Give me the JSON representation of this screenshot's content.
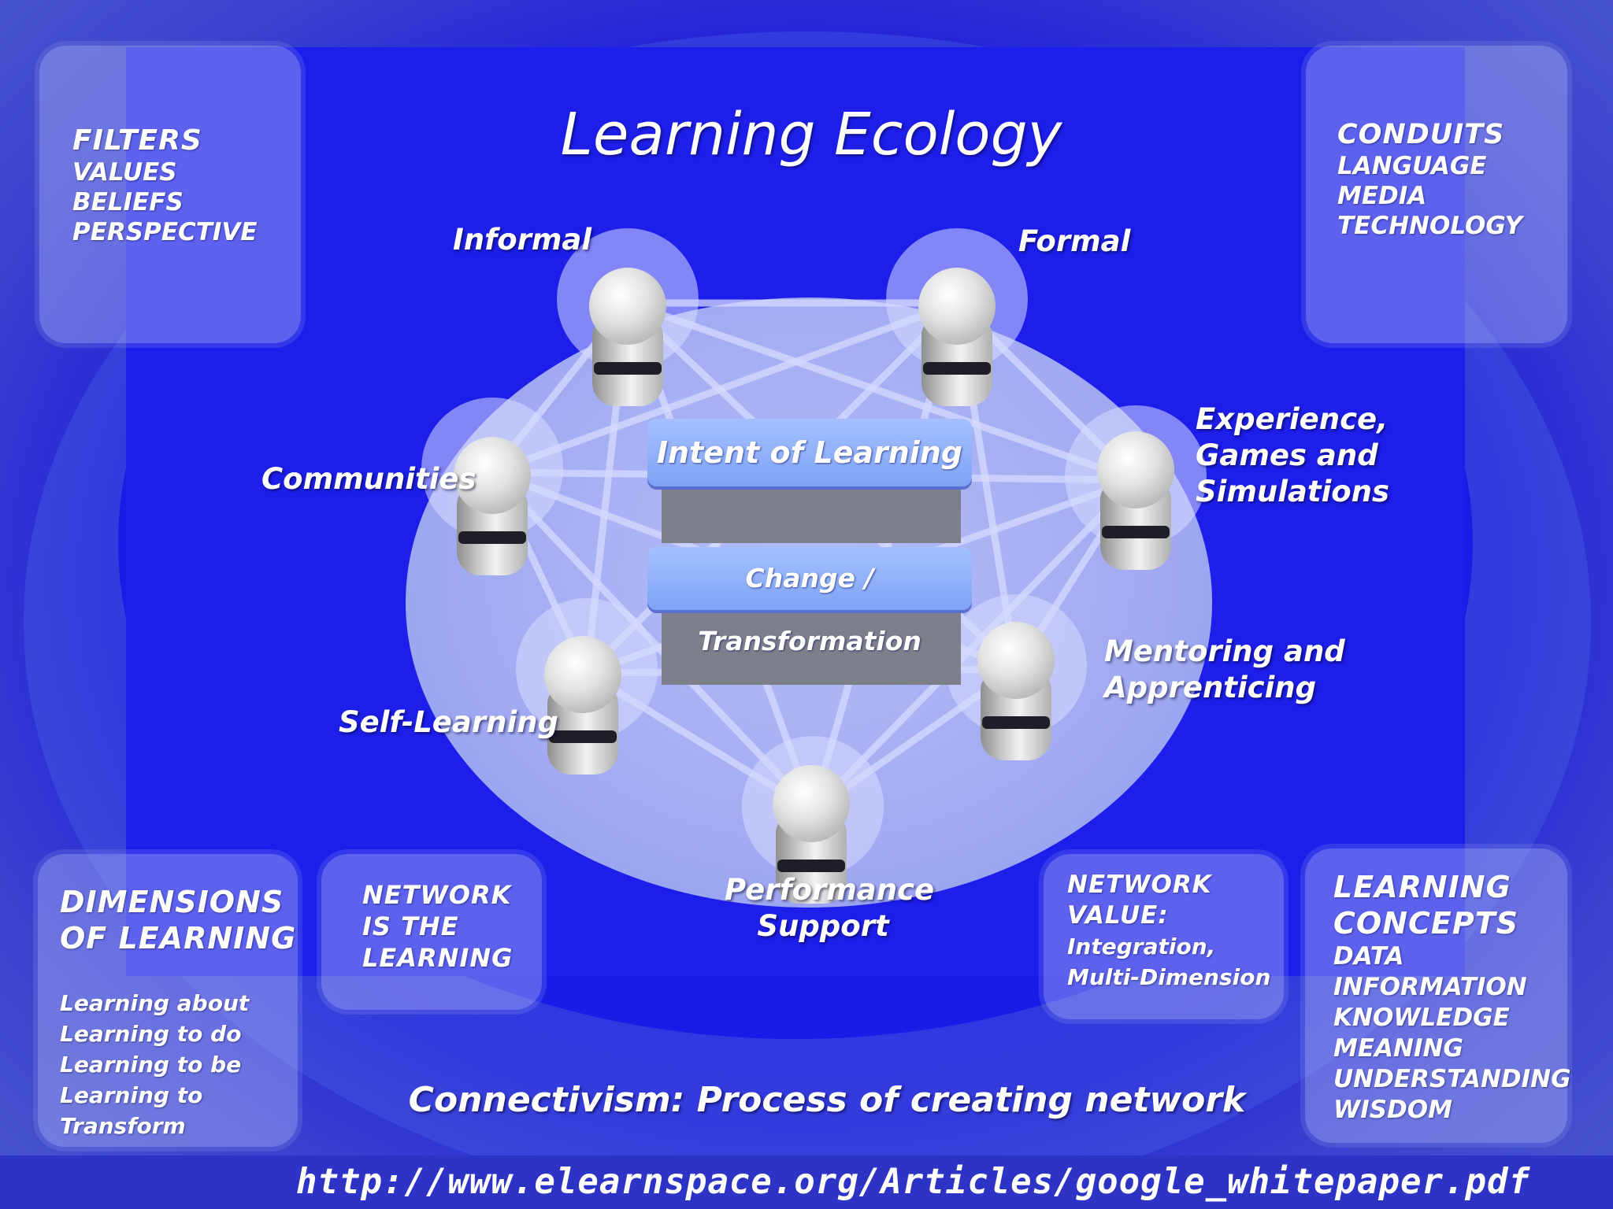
{
  "title": "Learning Ecology",
  "panels": {
    "filters": {
      "title": "FILTERS",
      "items": [
        "VALUES",
        "BELIEFS",
        "PERSPECTIVE"
      ]
    },
    "conduits": {
      "title": "CONDUITS",
      "items": [
        "LANGUAGE",
        "MEDIA",
        "TECHNOLOGY"
      ]
    },
    "dimensions": {
      "title_lines": [
        "DIMENSIONS",
        "OF LEARNING"
      ],
      "items": [
        "Learning about",
        "Learning to do",
        "Learning to be",
        "Learning to",
        "Transform"
      ]
    },
    "network_learning": {
      "lines": [
        "NETWORK",
        "IS THE",
        "LEARNING"
      ]
    },
    "network_value": {
      "title_lines": [
        "NETWORK",
        "VALUE:"
      ],
      "items": [
        "Integration,",
        "Multi-Dimension"
      ]
    },
    "learning_concepts": {
      "title_lines": [
        "LEARNING",
        "CONCEPTS"
      ],
      "items": [
        "DATA",
        "INFORMATION",
        "KNOWLEDGE",
        "MEANING",
        "UNDERSTANDING",
        "WISDOM"
      ]
    }
  },
  "center": {
    "top_layer": "Intent of Learning",
    "middle_layer": "Change / Transformation"
  },
  "nodes": {
    "informal": "Informal",
    "formal": "Formal",
    "communities": "Communities",
    "experience": [
      "Experience,",
      "Games and",
      "Simulations"
    ],
    "self_learning": "Self-Learning",
    "mentoring": [
      "Mentoring and",
      "Apprenticing"
    ],
    "performance": [
      "Performance",
      "Support"
    ]
  },
  "caption": "Connectivism: Process of creating network",
  "source_url": "http://www.elearnspace.org/Articles/google_whitepaper.pdf",
  "colors": {
    "background": "#1d1eea",
    "panel": "#aab4f5",
    "platform": "#a7b0f3",
    "layer": "#8fb0fb",
    "text": "#ffffff"
  }
}
